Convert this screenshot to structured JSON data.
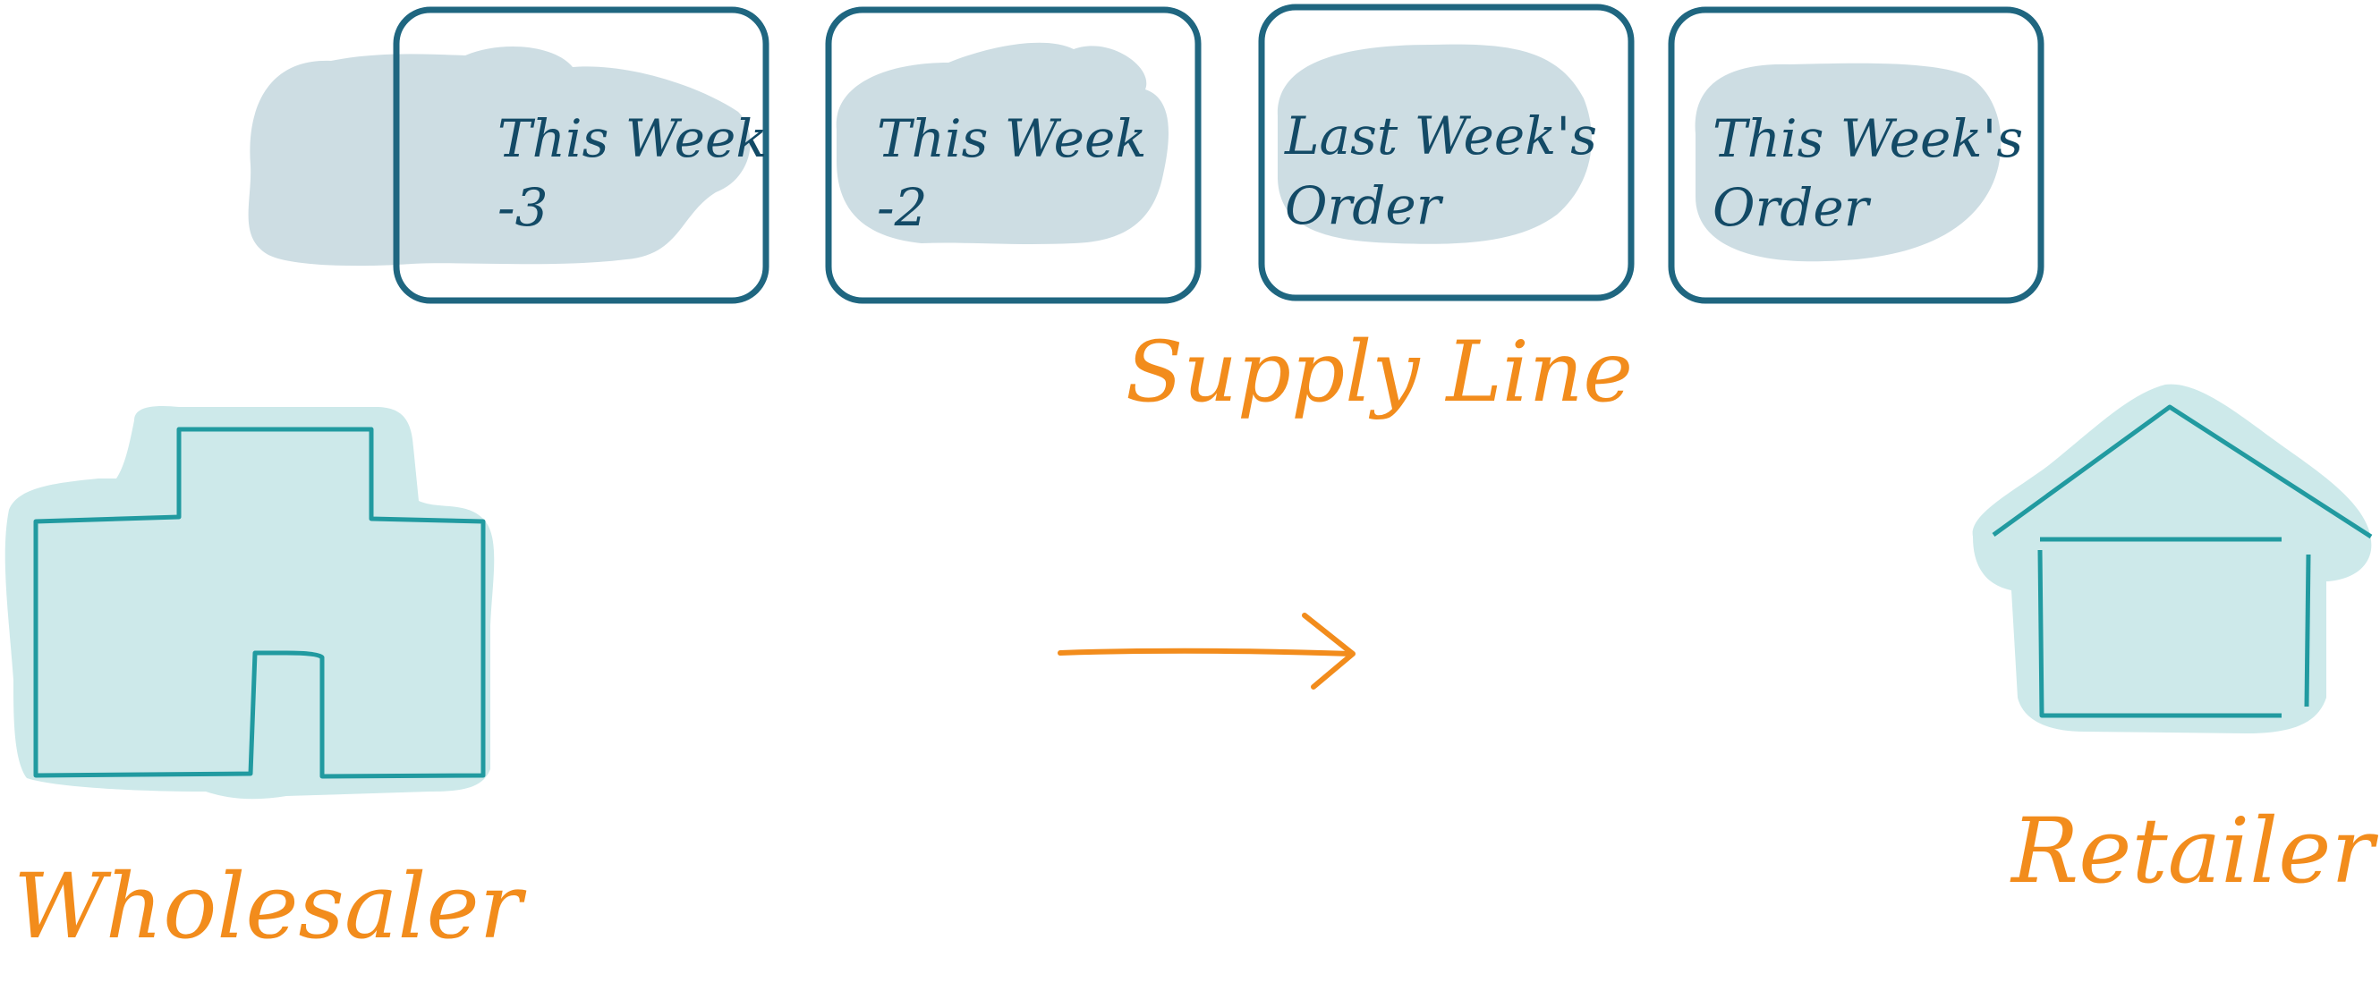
{
  "supply_line": {
    "label": "Supply Line",
    "slots": [
      {
        "line1": "This Week",
        "line2": "-3"
      },
      {
        "line1": "This Week",
        "line2": "-2"
      },
      {
        "line1": "Last Week's",
        "line2": "Order"
      },
      {
        "line1": "This Week's",
        "line2": "Order"
      }
    ]
  },
  "nodes": {
    "wholesaler": {
      "label": "Wholesaler",
      "icon": "factory-building-icon"
    },
    "retailer": {
      "label": "Retailer",
      "icon": "house-icon"
    }
  },
  "flow": {
    "direction": "wholesaler-to-retailer",
    "icon": "arrow-right-icon"
  },
  "colors": {
    "accent_orange": "#f28c1c",
    "box_border": "#1f6680",
    "slot_blob": "#cddde3",
    "slot_text": "#134a66",
    "building_fill": "#cde9ea",
    "building_stroke": "#219aa0"
  }
}
